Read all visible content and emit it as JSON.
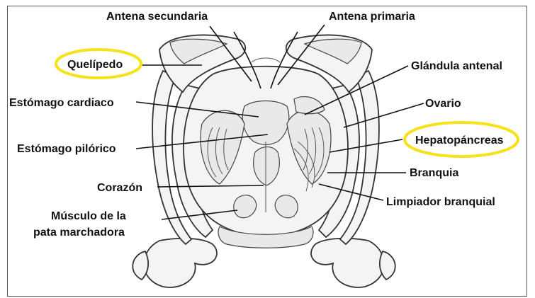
{
  "diagram": {
    "labels": {
      "antena_secundaria": "Antena secundaria",
      "antena_primaria": "Antena primaria",
      "quelipedo": "Quelípedo",
      "glandula_antenal": "Glándula antenal",
      "estomago_cardiaco": "Estómago cardiaco",
      "ovario": "Ovario",
      "estomago_pilorico": "Estómago pilórico",
      "hepatopancreas": "Hepatopáncreas",
      "branquia": "Branquia",
      "corazon": "Corazón",
      "limpiador_branquial": "Limpiador branquial",
      "musculo_line1": "Músculo de la",
      "musculo_line2": "pata marchadora"
    },
    "highlighted": [
      "Quelípedo",
      "Hepatopáncreas"
    ],
    "highlight_color": "#f5e21b"
  }
}
